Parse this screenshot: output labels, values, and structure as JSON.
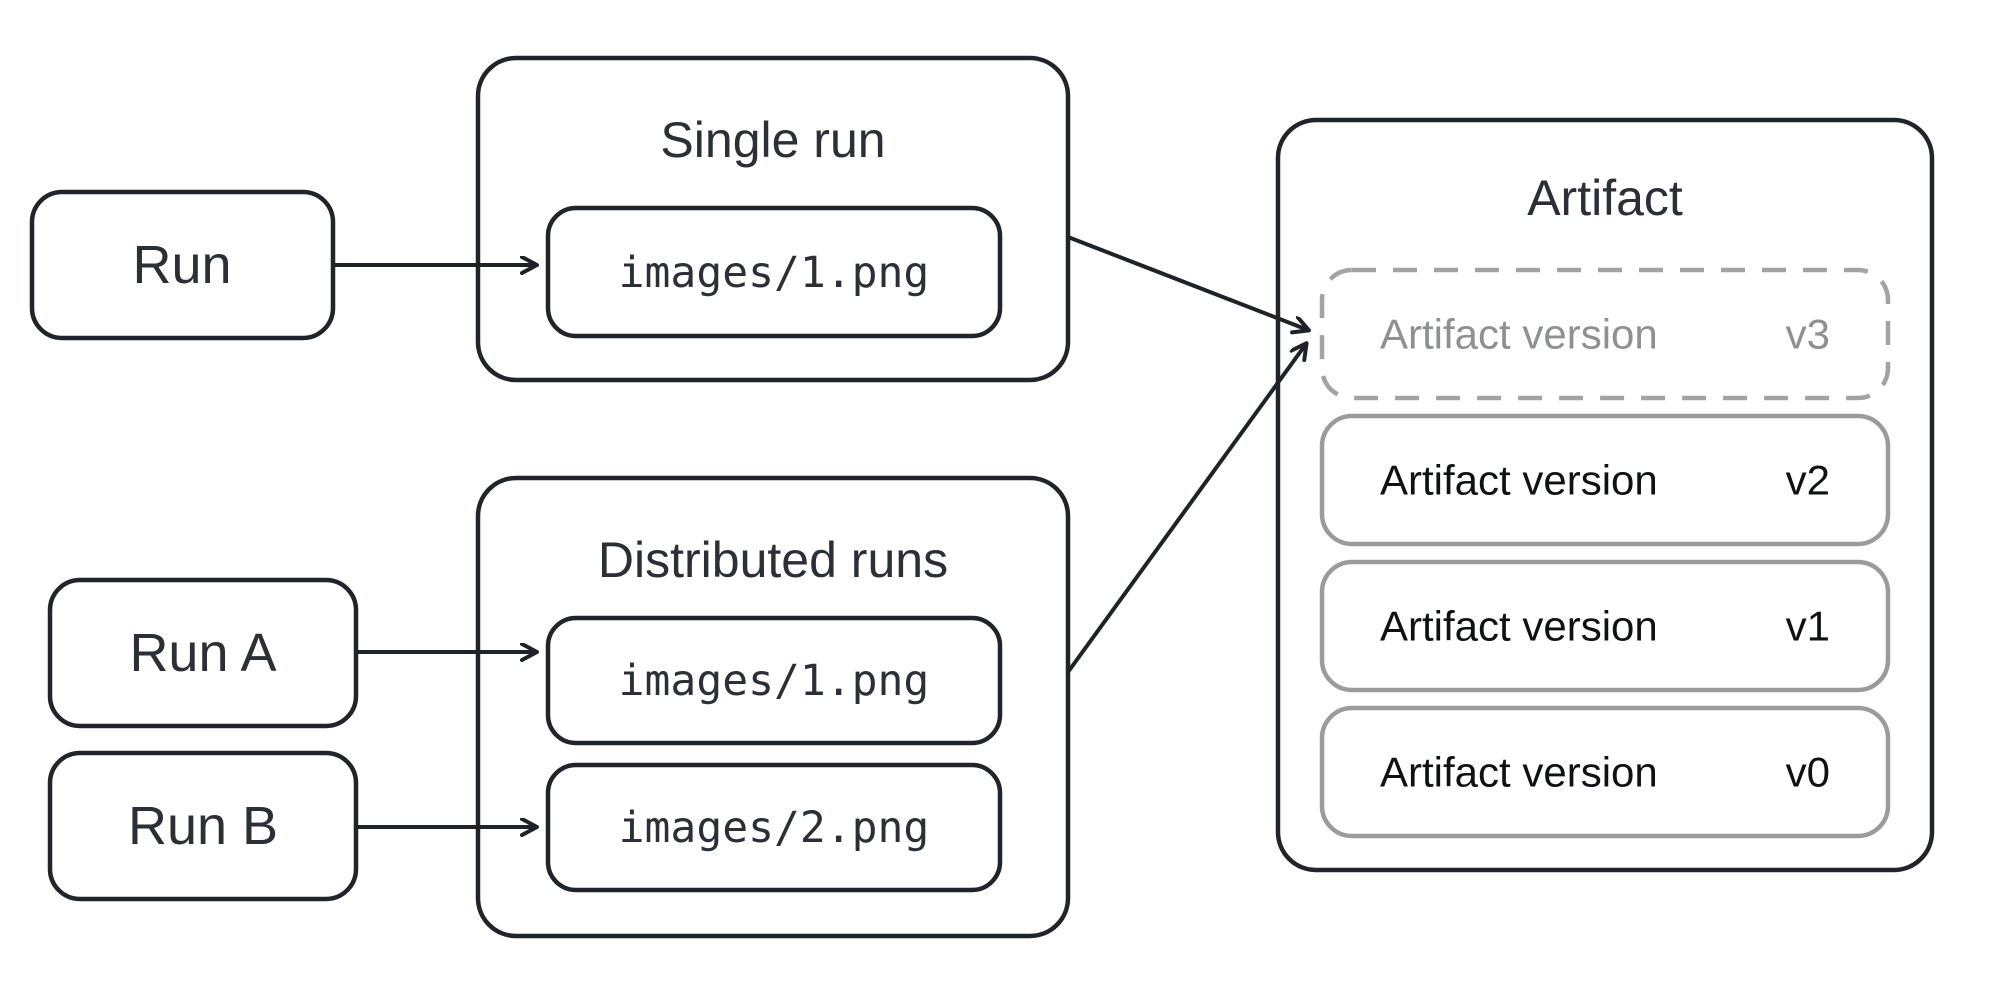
{
  "diagram": {
    "background": "#ffffff",
    "colors": {
      "outline": "#21252b",
      "arrow": "#1f2328",
      "gray_border": "#9b9b9b",
      "gray_text": "#8f9091",
      "dark_text": "#2b2f36",
      "black_text": "#0f1114"
    },
    "nodes": {
      "run": {
        "label": "Run"
      },
      "run_a": {
        "label": "Run A"
      },
      "run_b": {
        "label": "Run B"
      }
    },
    "groups": {
      "single_run": {
        "title": "Single run",
        "files": [
          "images/1.png"
        ]
      },
      "distributed": {
        "title": "Distributed runs",
        "files": [
          "images/1.png",
          "images/2.png"
        ]
      }
    },
    "artifact": {
      "title": "Artifact",
      "versions": [
        {
          "label": "Artifact version",
          "tag": "v3",
          "state": "pending"
        },
        {
          "label": "Artifact version",
          "tag": "v2",
          "state": "committed"
        },
        {
          "label": "Artifact version",
          "tag": "v1",
          "state": "committed"
        },
        {
          "label": "Artifact version",
          "tag": "v0",
          "state": "committed"
        }
      ]
    },
    "edges": [
      {
        "from": "run",
        "to": "single_run.images/1.png"
      },
      {
        "from": "run_a",
        "to": "distributed.images/1.png"
      },
      {
        "from": "run_b",
        "to": "distributed.images/2.png"
      },
      {
        "from": "single_run",
        "to": "artifact.v3"
      },
      {
        "from": "distributed",
        "to": "artifact.v3"
      }
    ]
  }
}
